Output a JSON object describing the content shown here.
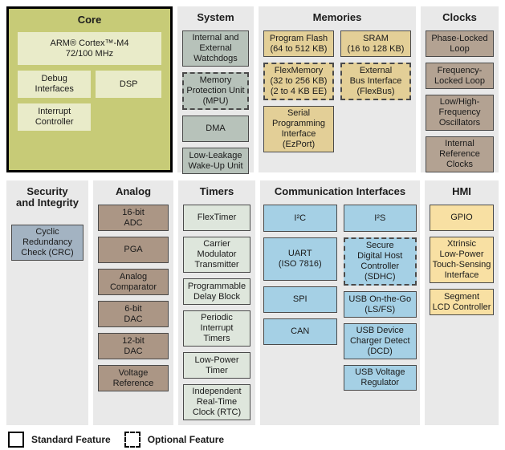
{
  "legend": {
    "standard": "Standard Feature",
    "optional": "Optional Feature"
  },
  "colors": {
    "page_bg": "#ffffff",
    "panel_bg": "#e9e9e9",
    "block_border": "#4a4a4a",
    "core_bg": "#c7cb77",
    "text": "#1a1a1a"
  },
  "sections": {
    "core": {
      "title": "Core",
      "bg": "#c7cb77",
      "block_bg": "#e9ebc9",
      "blocks": {
        "arm": {
          "label": "ARM® Cortex™-M4\n72/100 MHz"
        },
        "debug": {
          "label": "Debug\nInterfaces"
        },
        "dsp": {
          "label": "DSP"
        },
        "interrupt": {
          "label": "Interrupt\nController"
        }
      }
    },
    "system": {
      "title": "System",
      "block_bg": "#b7c2ba",
      "blocks": {
        "watchdogs": {
          "label": "Internal and\nExternal\nWatchdogs"
        },
        "mpu": {
          "label": "Memory\nProtection Unit\n(MPU)",
          "optional": true
        },
        "dma": {
          "label": "DMA"
        },
        "llwu": {
          "label": "Low-Leakage\nWake-Up Unit"
        }
      }
    },
    "memories": {
      "title": "Memories",
      "block_bg": "#e3cf97",
      "blocks": {
        "program_flash": {
          "label": "Program Flash\n(64 to 512 KB)"
        },
        "sram": {
          "label": "SRAM\n(16 to 128 KB)"
        },
        "flexmemory": {
          "label": "FlexMemory\n(32 to 256 KB)\n(2 to 4 KB EE)",
          "optional": true
        },
        "flexbus": {
          "label": "External\nBus Interface\n(FlexBus)",
          "optional": true
        },
        "ezport": {
          "label": "Serial\nProgramming\nInterface\n(EzPort)"
        }
      }
    },
    "clocks": {
      "title": "Clocks",
      "block_bg": "#b3a292",
      "blocks": {
        "pll": {
          "label": "Phase-Locked\nLoop"
        },
        "fll": {
          "label": "Frequency-\nLocked Loop"
        },
        "oscillators": {
          "label": "Low/High-\nFrequency\nOscillators"
        },
        "irc": {
          "label": "Internal\nReference\nClocks"
        }
      }
    },
    "security": {
      "title": "Security\nand Integrity",
      "block_bg": "#a3b3c2",
      "blocks": {
        "crc": {
          "label": "Cyclic\nRedundancy\nCheck (CRC)"
        }
      }
    },
    "analog": {
      "title": "Analog",
      "block_bg": "#ab9685",
      "blocks": {
        "adc16": {
          "label": "16-bit\nADC"
        },
        "pga": {
          "label": "PGA"
        },
        "comparator": {
          "label": "Analog\nComparator"
        },
        "dac6": {
          "label": "6-bit\nDAC"
        },
        "dac12": {
          "label": "12-bit\nDAC"
        },
        "vref": {
          "label": "Voltage\nReference"
        }
      }
    },
    "timers": {
      "title": "Timers",
      "block_bg": "#dee6dc",
      "blocks": {
        "flextimer": {
          "label": "FlexTimer"
        },
        "cmt": {
          "label": "Carrier\nModulator\nTransmitter"
        },
        "pdb": {
          "label": "Programmable\nDelay Block"
        },
        "pit": {
          "label": "Periodic\nInterrupt\nTimers"
        },
        "lptmr": {
          "label": "Low-Power\nTimer"
        },
        "rtc": {
          "label": "Independent\nReal-Time\nClock (RTC)"
        }
      }
    },
    "comm": {
      "title": "Communication Interfaces",
      "block_bg": "#a5d0e5",
      "blocks": {
        "i2c": {
          "label": "I²C"
        },
        "uart": {
          "label": "UART\n(ISO 7816)"
        },
        "spi": {
          "label": "SPI"
        },
        "can": {
          "label": "CAN"
        },
        "i2s": {
          "label": "I²S"
        },
        "sdhc": {
          "label": "Secure\nDigital Host\nController\n(SDHC)",
          "optional": true
        },
        "usb_otg": {
          "label": "USB On-the-Go\n(LS/FS)"
        },
        "usb_dcd": {
          "label": "USB Device\nCharger Detect\n(DCD)"
        },
        "usb_vreg": {
          "label": "USB Voltage\nRegulator"
        }
      }
    },
    "hmi": {
      "title": "HMI",
      "block_bg": "#f8e0a3",
      "blocks": {
        "gpio": {
          "label": "GPIO"
        },
        "tsi": {
          "label": "Xtrinsic\nLow-Power\nTouch-Sensing\nInterface"
        },
        "slcd": {
          "label": "Segment\nLCD Controller"
        }
      }
    }
  }
}
